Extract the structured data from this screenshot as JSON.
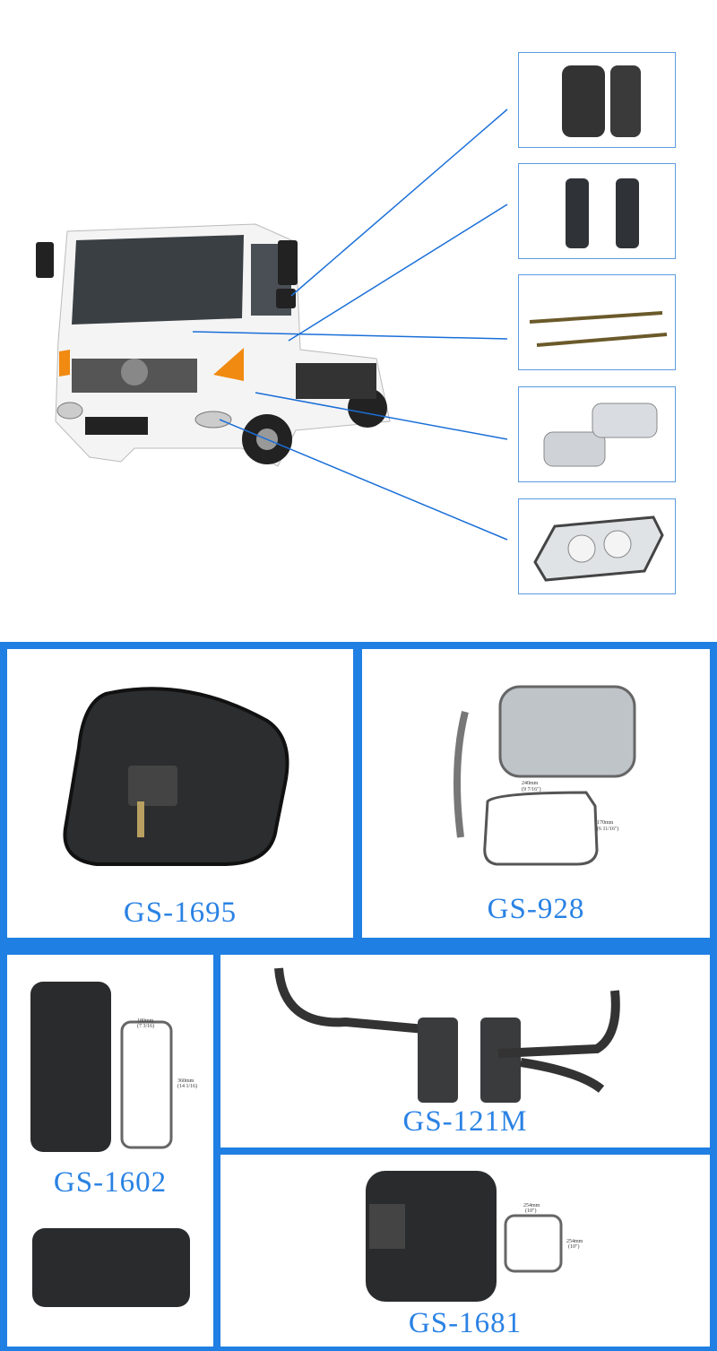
{
  "diagram": {
    "callouts": [
      "mirror-covers",
      "mirror-brackets",
      "wiper-arms",
      "lamp-bezels",
      "headlamp"
    ],
    "line_color": "#1a6fd8"
  },
  "products": [
    {
      "code": "GS-1695"
    },
    {
      "code": "GS-928",
      "dims": {
        "width": "240mm",
        "width_in": "(9 7/16\")",
        "height": "170mm",
        "height_in": "(6 11/16\")"
      }
    },
    {
      "code": "GS-1602",
      "dims": {
        "width": "180mm",
        "width_in": "(7 3/16)",
        "height": "360mm",
        "height_in": "(14 1/16)"
      }
    },
    {
      "code": "GS-121M"
    },
    {
      "code": "GS-1681",
      "dims": {
        "width": "254mm",
        "width_in": "(10\")",
        "height": "254mm",
        "height_in": "(10\")"
      }
    }
  ],
  "colors": {
    "frame": "#1f7fe3",
    "label": "#2a82e4"
  }
}
